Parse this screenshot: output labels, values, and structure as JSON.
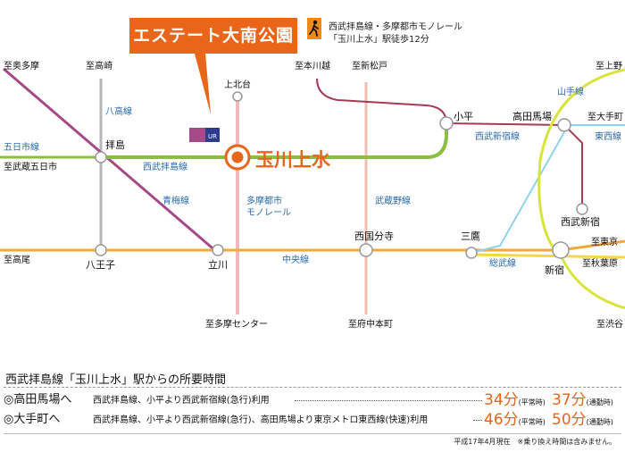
{
  "callout": {
    "title": "エステート大南公園"
  },
  "walk": {
    "line1": "西武拝島線・多摩都市モノレール",
    "line2": "「玉川上水」駅徒歩12分"
  },
  "highlight_station": "玉川上水",
  "bus_icon_label": "UR",
  "stations": {
    "okutama": "至奥多摩",
    "takasaki": "至高崎",
    "honkawagoe": "至本川越",
    "shinmatsudo": "至新松戸",
    "kamikitadai": "上北台",
    "ueno": "至上野",
    "otemachi": "至大手町",
    "itsukaichi_line": "五日市線",
    "musashi_itsukaichi": "至武蔵五日市",
    "haijima": "拝島",
    "kodaira": "小平",
    "takadanobaba": "高田馬場",
    "seibushinjuku": "西武新宿",
    "takao": "至高尾",
    "hachioji": "八王子",
    "tachikawa": "立川",
    "nishikokubunji": "西国分寺",
    "mitaka": "三鷹",
    "shinjuku": "新宿",
    "tokyo": "至東京",
    "akihabara": "至秋葉原",
    "shibuya": "至渋谷",
    "tamacenter": "至多摩センター",
    "fuchuhonmachi": "至府中本町"
  },
  "lines": {
    "hachiko": "八高線",
    "seibu_haijima": "西武拝島線",
    "ome": "青梅線",
    "monorail": "多摩都市\nモノレール",
    "musashino": "武蔵野線",
    "yamanote": "山手線",
    "seibu_shinjuku": "西武新宿線",
    "tozai": "東西線",
    "chuo": "中央線",
    "sobu": "総武線"
  },
  "colors": {
    "seibu_haijima": "#8cbf3f",
    "ome": "#a54a86",
    "hachiko": "#b6b6b6",
    "monorail": "#f2b8c0",
    "musashino": "#f4bfb2",
    "seibu_shinjuku": "#a53a55",
    "chuo": "#f2a93b",
    "yamanote": "#d7e43a",
    "sobu": "#8fd4ec",
    "accent": "#e8651a",
    "label_blue": "#2b6aa8"
  },
  "footer": {
    "title": "西武拝島線「玉川上水」駅からの所要時間",
    "rows": [
      {
        "dest": "◎高田馬場へ",
        "desc": "西武拝島線、小平より西武新宿線(急行)利用",
        "t1": "34分",
        "t1_note": "(平常時)",
        "t2": "37分",
        "t2_note": "(通勤時)"
      },
      {
        "dest": "◎大手町へ",
        "desc": "西武拝島線、小平より西武新宿線(急行)、高田馬場より東京メトロ東西線(快速)利用",
        "t1": "46分",
        "t1_note": "(平常時)",
        "t2": "50分",
        "t2_note": "(通勤時)"
      }
    ],
    "note": "平成17年4月現在　※乗り換え時間は含みません。"
  }
}
